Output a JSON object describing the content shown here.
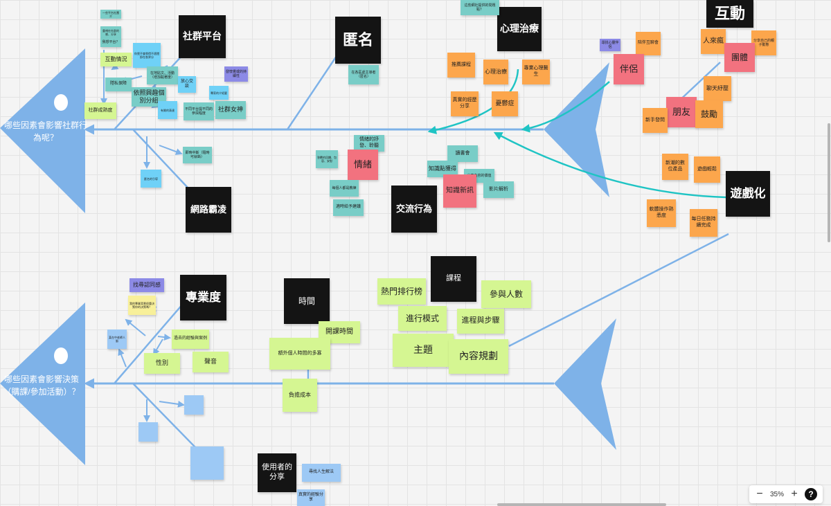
{
  "colors": {
    "bone": "#7eb2e8",
    "head": "#7eb2e8",
    "link": "#1fc4c4"
  },
  "heads": [
    {
      "id": "h1",
      "text": "哪些因素會影響社群行為呢？"
    },
    {
      "id": "h2",
      "text": "哪些因素會影響決策（購課/參加活動）？"
    }
  ],
  "notes": [
    {
      "id": "n1",
      "text": "社群平台",
      "color": "black",
      "size": 14
    },
    {
      "id": "n2",
      "text": "匿名",
      "color": "black",
      "size": 22
    },
    {
      "id": "n3",
      "text": "心理治療",
      "color": "black",
      "size": 14
    },
    {
      "id": "n4",
      "text": "互動",
      "color": "black",
      "size": 22
    },
    {
      "id": "n5",
      "text": "網路霸凌",
      "color": "black",
      "size": 13
    },
    {
      "id": "n6",
      "text": "交流行為",
      "color": "black",
      "size": 13
    },
    {
      "id": "n7",
      "text": "遊戲化",
      "color": "black",
      "size": 17
    },
    {
      "id": "n8",
      "text": "專業度",
      "color": "black",
      "size": 17
    },
    {
      "id": "n9",
      "text": "時間",
      "color": "black",
      "size": 12
    },
    {
      "id": "n10",
      "text": "課程",
      "color": "black",
      "size": 11
    },
    {
      "id": "n11",
      "text": "使用者的分享",
      "color": "black",
      "size": 11
    },
    {
      "id": "t1",
      "text": "一些平台社團介",
      "color": "teal",
      "size": 4
    },
    {
      "id": "t2",
      "text": "重視在社群的感、分享",
      "color": "teal",
      "size": 4
    },
    {
      "id": "t3",
      "text": "我想平台？",
      "color": "teal",
      "size": 5
    },
    {
      "id": "g1",
      "text": "互動情況",
      "color": "green",
      "size": 8
    },
    {
      "id": "b1",
      "text": "你覺不會覺得不適隱即在各界分",
      "color": "blue",
      "size": 4
    },
    {
      "id": "t4",
      "text": "在地貼文、活動（增加黏著度）",
      "color": "teal",
      "size": 5
    },
    {
      "id": "b2",
      "text": "放心交談",
      "color": "blue",
      "size": 6
    },
    {
      "id": "p1",
      "text": "發懷覺或的持續性",
      "color": "purple",
      "size": 5
    },
    {
      "id": "t5",
      "text": "隱私保障",
      "color": "teal",
      "size": 6
    },
    {
      "id": "t6",
      "text": "依照興趣個別分組",
      "color": "teal",
      "size": 9
    },
    {
      "id": "b3",
      "text": "專家的介紹要",
      "color": "blue",
      "size": 4
    },
    {
      "id": "g2",
      "text": "社群成熟度",
      "color": "green",
      "size": 7
    },
    {
      "id": "b4",
      "text": "有質的表達",
      "color": "blue",
      "size": 4
    },
    {
      "id": "t7",
      "text": "不同平台提不同的參與程度",
      "color": "teal",
      "size": 5
    },
    {
      "id": "t8",
      "text": "社群女神",
      "color": "teal",
      "size": 9
    },
    {
      "id": "t9",
      "text": "在各區處主導者（匿名）",
      "color": "teal",
      "size": 5
    },
    {
      "id": "t10",
      "text": "即時中斷（隨時可就斷）",
      "color": "teal",
      "size": 5
    },
    {
      "id": "b5",
      "text": "匿名的引導",
      "color": "blue",
      "size": 4
    },
    {
      "id": "t11",
      "text": "這些網社提供的問題點？",
      "color": "teal",
      "size": 5
    },
    {
      "id": "o1",
      "text": "推薦課程",
      "color": "orange",
      "size": 7
    },
    {
      "id": "o2",
      "text": "心理治療",
      "color": "orange",
      "size": 8
    },
    {
      "id": "o3",
      "text": "專業心理醫生",
      "color": "orange",
      "size": 7
    },
    {
      "id": "o4",
      "text": "真實的經歷分享",
      "color": "orange",
      "size": 7
    },
    {
      "id": "o5",
      "text": "憂鬱症",
      "color": "orange",
      "size": 9
    },
    {
      "id": "o6",
      "text": "陪伴互聊會",
      "color": "orange",
      "size": 6
    },
    {
      "id": "p2",
      "text": "尋找心靈伴侶",
      "color": "purple",
      "size": 5
    },
    {
      "id": "o7",
      "text": "人來瘋",
      "color": "orange",
      "size": 10
    },
    {
      "id": "o8",
      "text": "分享自己的親子動態",
      "color": "orange",
      "size": 5
    },
    {
      "id": "k1",
      "text": "伴侶",
      "color": "pink",
      "size": 13
    },
    {
      "id": "k2",
      "text": "團體",
      "color": "pink",
      "size": 12
    },
    {
      "id": "o9",
      "text": "聊天紓壓",
      "color": "orange",
      "size": 8
    },
    {
      "id": "k3",
      "text": "朋友",
      "color": "pink",
      "size": 13
    },
    {
      "id": "o10",
      "text": "新手發問",
      "color": "orange",
      "size": 7
    },
    {
      "id": "o11",
      "text": "鼓勵",
      "color": "orange",
      "size": 12
    },
    {
      "id": "o12",
      "text": "新潮的數位產品",
      "color": "orange",
      "size": 7
    },
    {
      "id": "o13",
      "text": "遊戲輕鬆",
      "color": "orange",
      "size": 7
    },
    {
      "id": "o14",
      "text": "軟體操作熟悉度",
      "color": "orange",
      "size": 7
    },
    {
      "id": "o15",
      "text": "每日任務持續完成",
      "color": "orange",
      "size": 7
    },
    {
      "id": "t12",
      "text": "情緒的抒發、聆聽",
      "color": "teal",
      "size": 7
    },
    {
      "id": "t13",
      "text": "答覆的回饋、包容、安慰",
      "color": "teal",
      "size": 4
    },
    {
      "id": "k4",
      "text": "情緒",
      "color": "pink",
      "size": 13
    },
    {
      "id": "t14",
      "text": "每個人都是教練",
      "color": "teal",
      "size": 5
    },
    {
      "id": "t15",
      "text": "適時給予建議",
      "color": "teal",
      "size": 6
    },
    {
      "id": "t16",
      "text": "讀書會",
      "color": "teal",
      "size": 7
    },
    {
      "id": "t17",
      "text": "知識點獲得",
      "color": "teal",
      "size": 8
    },
    {
      "id": "t18",
      "text": "分享內容的價值",
      "color": "teal",
      "size": 5
    },
    {
      "id": "k5",
      "text": "知識新訊",
      "color": "pink",
      "size": 10
    },
    {
      "id": "t19",
      "text": "影片解析",
      "color": "teal",
      "size": 7
    },
    {
      "id": "p3",
      "text": "找尋認同感",
      "color": "purple",
      "size": 8
    },
    {
      "id": "y1",
      "text": "我的專業背景很重決策你的決策嗎？",
      "color": "yellow",
      "size": 4
    },
    {
      "id": "l1",
      "text": "某在中老師人脈",
      "color": "lightblue",
      "size": 4
    },
    {
      "id": "g3",
      "text": "過去的經驗與案例",
      "color": "green",
      "size": 6
    },
    {
      "id": "g4",
      "text": "性別",
      "color": "green",
      "size": 9
    },
    {
      "id": "g5",
      "text": "聲音",
      "color": "green",
      "size": 9
    },
    {
      "id": "g6",
      "text": "開課時間",
      "color": "green",
      "size": 10
    },
    {
      "id": "g7",
      "text": "額外個人時間的多寡",
      "color": "green",
      "size": 7
    },
    {
      "id": "g8",
      "text": "負擔成本",
      "color": "green",
      "size": 8
    },
    {
      "id": "g9",
      "text": "熱門排行榜",
      "color": "green",
      "size": 12
    },
    {
      "id": "g10",
      "text": "參與人數",
      "color": "green",
      "size": 12
    },
    {
      "id": "g11",
      "text": "進行模式",
      "color": "green",
      "size": 12
    },
    {
      "id": "g12",
      "text": "進程與步驟",
      "color": "green",
      "size": 11
    },
    {
      "id": "g13",
      "text": "主題",
      "color": "green",
      "size": 14
    },
    {
      "id": "g14",
      "text": "內容規劃",
      "color": "green",
      "size": 14
    },
    {
      "id": "l2",
      "text": "",
      "color": "lightblue",
      "size": 5
    },
    {
      "id": "l3",
      "text": "",
      "color": "lightblue",
      "size": 5
    },
    {
      "id": "l4",
      "text": "",
      "color": "lightblue",
      "size": 5
    },
    {
      "id": "l5",
      "text": "尋找人生解法",
      "color": "lightblue",
      "size": 6
    },
    {
      "id": "l6",
      "text": "真實的經驗分享",
      "color": "lightblue",
      "size": 6
    }
  ],
  "zoom": {
    "minus": "−",
    "level": "35%",
    "plus": "+",
    "help": "?"
  }
}
